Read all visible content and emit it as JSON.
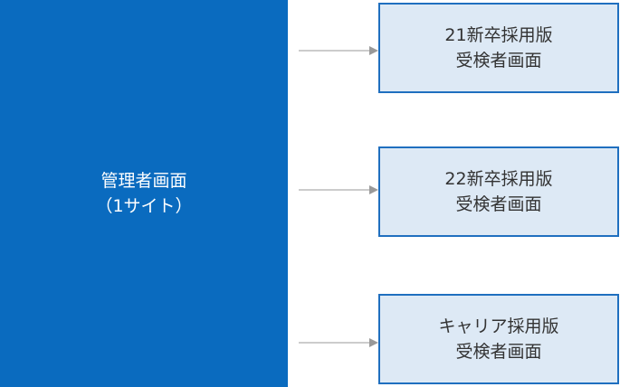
{
  "admin": {
    "line1": "管理者画面",
    "line2": "（1サイト）"
  },
  "screens": [
    {
      "line1": "21新卒採用版",
      "line2": "受検者画面"
    },
    {
      "line1": "22新卒採用版",
      "line2": "受検者画面"
    },
    {
      "line1": "キャリア採用版",
      "line2": "受検者画面"
    }
  ],
  "colors": {
    "admin_fill": "#0a6bbf",
    "screen_fill": "#dde9f5",
    "screen_border": "#1f6fbf",
    "arrow": "#999999"
  }
}
